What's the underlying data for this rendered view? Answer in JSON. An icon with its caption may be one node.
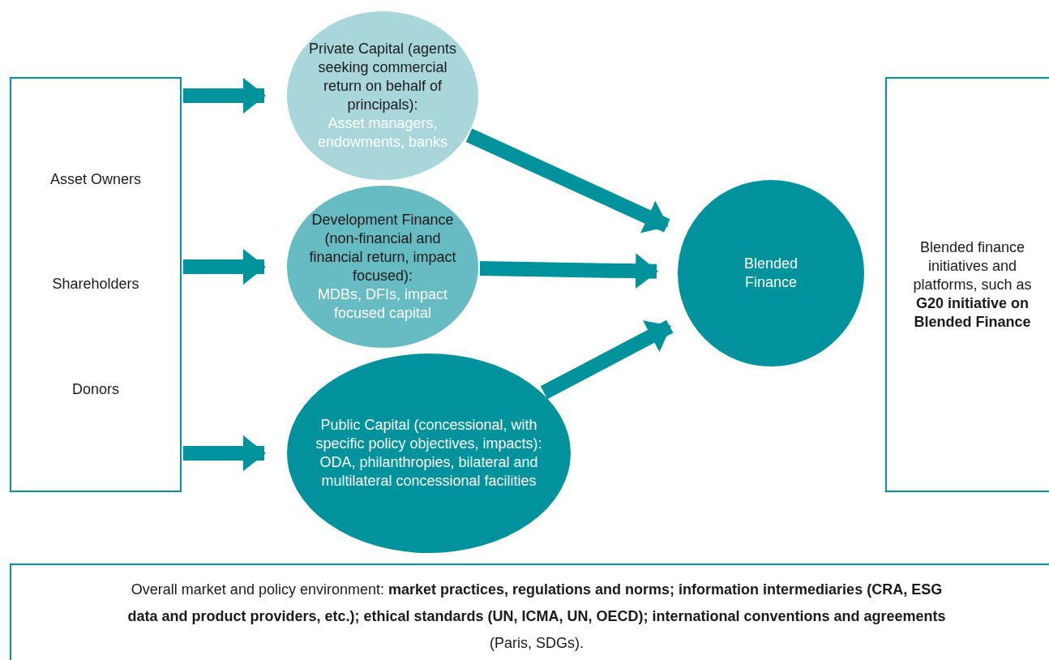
{
  "diagram": {
    "nodes": [
      {
        "text": [
          "Asset Owners",
          "Shareholders",
          "Donors"
        ]
      },
      {
        "text": [
          "Private Capital (agents seeking commercial return on behalf of principals):",
          "Asset managers, endowments, banks"
        ]
      },
      {
        "text": [
          "Development Finance (non-financial and financial return, impact focused):",
          "MDBs, DFIs, impact focused capital"
        ]
      },
      {
        "text": [
          "Public Capital (concessional, with specific policy objectives, impacts):",
          "ODA, philanthropies, bilateral and multilateral concessional facilities"
        ]
      },
      {
        "text": [
          "Blended Finance"
        ]
      },
      {
        "text": [
          "Blended finance initiatives and platforms, such as **G20 initiative on Blended Finance**"
        ]
      },
      {
        "text": [
          "Overall market and policy environment: **market practices, regulations and norms; information intermediaries (CRA, ESG data and product providers, etc.); ethical standards (UN, ICMA, UN, OECD); international conventions and agreements** (Paris, SDGs)."
        ]
      }
    ],
    "edges": [
      {
        "from": 0,
        "to": 1,
        "arrow": "to"
      },
      {
        "from": 0,
        "to": 2,
        "arrow": "to"
      },
      {
        "from": 0,
        "to": 3,
        "arrow": "to"
      },
      {
        "from": 1,
        "to": 4,
        "arrow": "to"
      },
      {
        "from": 2,
        "to": 4,
        "arrow": "to"
      },
      {
        "from": 3,
        "to": 4,
        "arrow": "to"
      }
    ]
  }
}
